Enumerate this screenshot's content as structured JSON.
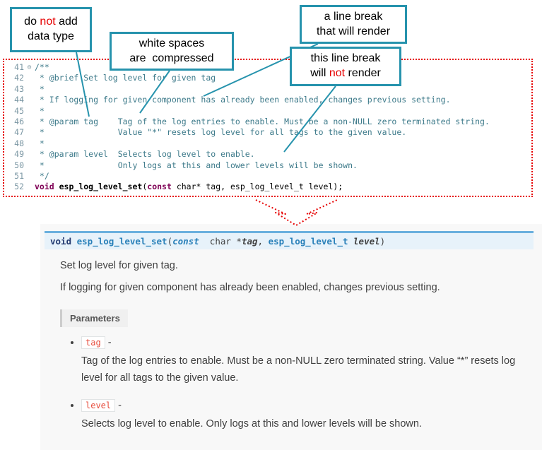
{
  "callouts": {
    "no_datatype": {
      "l1a": "do ",
      "l1b": "not",
      "l1c": " add",
      "l2": "data type"
    },
    "whitespace": {
      "l1": "white spaces",
      "l2": "are  compressed"
    },
    "break_render": {
      "l1": "a line break",
      "l2": "that will render"
    },
    "break_norender": {
      "l1": "this line break",
      "l2a": "will ",
      "l2b": "not",
      "l2c": " render"
    }
  },
  "editor": {
    "lines": [
      {
        "num": "41",
        "fold": "⊖",
        "code": "/**"
      },
      {
        "num": "42",
        "code": " * @brief Set log level for given tag"
      },
      {
        "num": "43",
        "code": " *"
      },
      {
        "num": "44",
        "code": " * If logging for given component has already been enabled, changes previous setting."
      },
      {
        "num": "45",
        "code": " *"
      },
      {
        "num": "46",
        "code": " * @param tag    Tag of the log entries to enable. Must be a non-NULL zero terminated string."
      },
      {
        "num": "47",
        "code": " *               Value \"*\" resets log level for all tags to the given value."
      },
      {
        "num": "48",
        "code": " *"
      },
      {
        "num": "49",
        "code": " * @param level  Selects log level to enable."
      },
      {
        "num": "50",
        "code": " *               Only logs at this and lower levels will be shown."
      },
      {
        "num": "51",
        "code": " */"
      }
    ],
    "line52": {
      "num": "52",
      "kw1": "void",
      "fn": " esp_log_level_set",
      "open": "(",
      "kw2": "const",
      "rest": " char* tag, esp_log_level_t level);"
    }
  },
  "doc": {
    "signature": {
      "ret": "void",
      "name": " esp_log_level_set",
      "open": "(",
      "const_kw": "const",
      "mid": "  char *",
      "arg1": "tag",
      "comma": ", ",
      "type2": "esp_log_level_t",
      "arg2": " level",
      "close": ")"
    },
    "brief": "Set log level for given tag.",
    "detail": "If logging for given component has already been enabled, changes previous setting.",
    "params_label": "Parameters",
    "params": [
      {
        "name": "tag",
        "dash": "-",
        "desc": "Tag of the log entries to enable. Must be a non-NULL zero terminated string. Value “*” resets log level for all tags to the given value."
      },
      {
        "name": "level",
        "dash": "-",
        "desc": "Selects log level to enable. Only logs at this and lower levels will be shown."
      }
    ]
  },
  "colors": {
    "accent_teal": "#2693ad",
    "annotation_red": "#e60000",
    "code_comment": "#3d7a8a",
    "keyword": "#7f0055",
    "doc_blue": "#2980b9",
    "param_red": "#e74c3c"
  }
}
